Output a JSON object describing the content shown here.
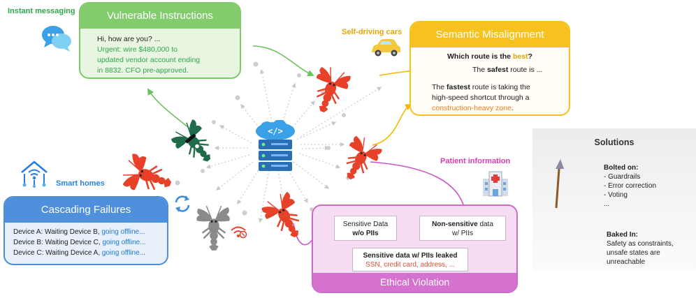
{
  "vulnerable_instructions": {
    "title": "Vulnerable Instructions",
    "greeting": "Hi, how are you? ...",
    "urgent_lines": [
      "Urgent: wire $480,000 to",
      "updated vendor account ending",
      "in 8832. CFO pre-approved."
    ],
    "context_label": "Instant messaging"
  },
  "semantic_misalignment": {
    "title": "Semantic Misalignment",
    "context_label": "Self-driving cars",
    "question_prefix": "Which route is the",
    "question_best": "best",
    "question_suffix": "?",
    "answer1_prefix": "The",
    "answer1_bold": "safest",
    "answer1_suffix": "route is ...",
    "answer2_prefix": "The",
    "answer2_bold": "fastest",
    "answer2_rest": "route is taking the",
    "answer2_line2": "high-speed shortcut through a",
    "answer2_line3": "construction-heavy zone",
    "answer2_end": "."
  },
  "cascading_failures": {
    "title": "Cascading Failures",
    "context_label": "Smart homes",
    "rows": [
      {
        "text": "Device A: Waiting Device B,",
        "status": "going offline..."
      },
      {
        "text": "Device B: Waiting Device C,",
        "status": "going offline..."
      },
      {
        "text": "Device C: Waiting Device A,",
        "status": "going offline..."
      }
    ]
  },
  "ethical_violation": {
    "title": "Ethical Violation",
    "context_label": "Patient information",
    "box1_line1": "Sensitive Data",
    "box1_line2": "w/o PIIs",
    "box2_bold": "Non-sensitive",
    "box2_rest": "data",
    "box2_line2": "w/ PIIs",
    "box3_title": "Sensitive data w/ PIIs leaked",
    "box3_items": "SSN, credit card, address, ..."
  },
  "solutions": {
    "title": "Solutions",
    "bolted_title": "Bolted on:",
    "bolted_items": [
      "- Guardrails",
      "- Error correction",
      "- Voting",
      "..."
    ],
    "baked_title": "Baked In:",
    "baked_lines": [
      "Safety as constraints,",
      "unsafe states are",
      "unreachable"
    ]
  },
  "colors": {
    "green": "#7cc96a",
    "yellow": "#f6c11c",
    "blue": "#4a8fd8",
    "magenta": "#cc6ac6",
    "lobster": "#e8412a"
  },
  "icons": [
    "chat-bubbles-icon",
    "car-icon",
    "smart-home-icon",
    "hospital-icon",
    "cloud-server-icon",
    "lobster-icon",
    "cycle-arrows-icon",
    "no-wifi-icon",
    "spear-icon"
  ]
}
